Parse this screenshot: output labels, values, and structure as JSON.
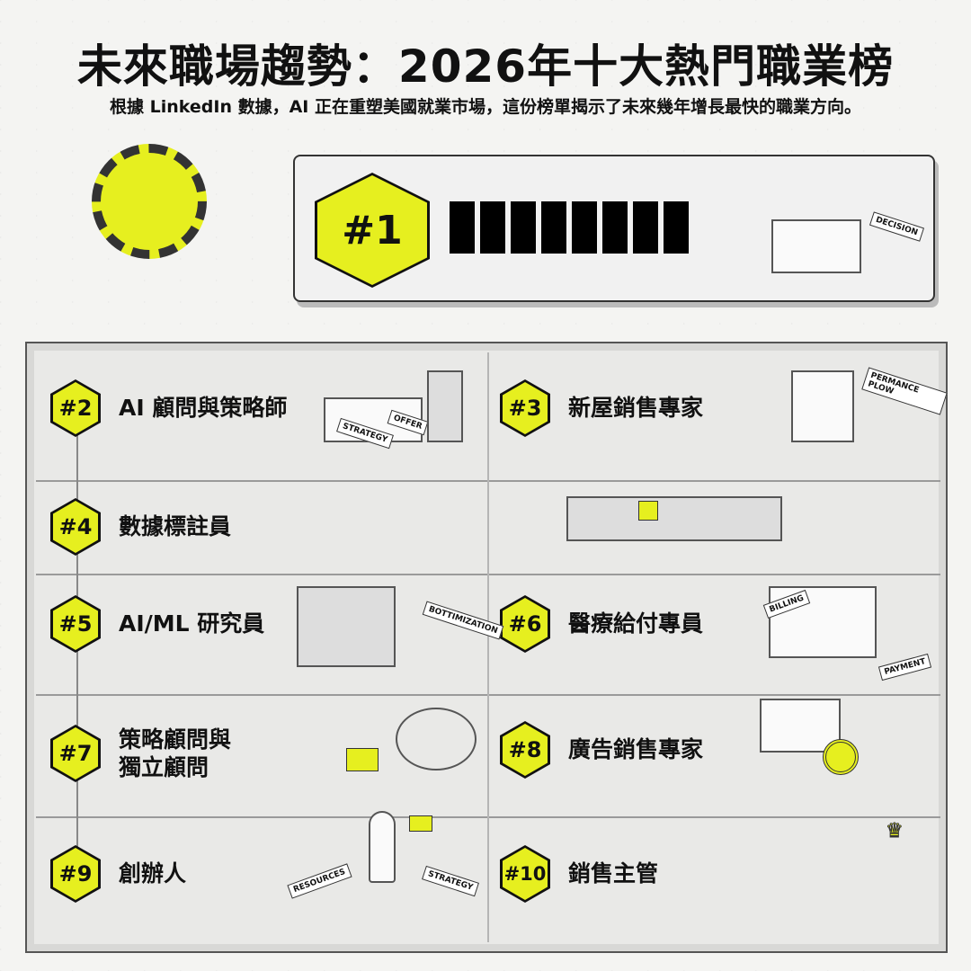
{
  "header": {
    "title": "未來職場趨勢：2026年十大熱門職業榜",
    "subtitle": "根據 LinkedIn 數據，AI 正在重塑美國就業市場，這份榜單揭示了未來幾年增長最快的職業方向。"
  },
  "colors": {
    "accent": "#e6ef1f",
    "ink": "#111111",
    "panel": "#e9e9e7"
  },
  "top_rank": {
    "rank": "#1",
    "title_redacted": true,
    "illustration_label": "DECISION"
  },
  "jobs": [
    {
      "rank": "#2",
      "title": "AI 顧問與策略師",
      "illustration": "robot-arm-strategy-table",
      "tags": [
        "STRATEGY",
        "OFFER"
      ]
    },
    {
      "rank": "#3",
      "title": "新屋銷售專家",
      "illustration": "house-sales",
      "tags": [
        "PERMANCE PLOW"
      ]
    },
    {
      "rank": "#4",
      "title": "數據標註員",
      "illustration": "robot-assembly-line",
      "tags": []
    },
    {
      "rank": "#5",
      "title": "AI/ML 研究員",
      "illustration": "servers-researcher",
      "tags": [
        "BOTTIMIZATION"
      ]
    },
    {
      "rank": "#6",
      "title": "醫療給付專員",
      "illustration": "billing-documents",
      "tags": [
        "BILLING",
        "PAYMENT"
      ]
    },
    {
      "rank": "#7",
      "title": "策略顧問與\n獨立顧問",
      "illustration": "consultant-puzzle",
      "tags": []
    },
    {
      "rank": "#8",
      "title": "廣告銷售專家",
      "illustration": "ad-screens-target",
      "tags": []
    },
    {
      "rank": "#9",
      "title": "創辦人",
      "illustration": "rocket-launch",
      "tags": [
        "RESOURCES",
        "STRATEGY"
      ]
    },
    {
      "rank": "#10",
      "title": "銷售主管",
      "illustration": "sales-team-handshake",
      "tags": []
    }
  ]
}
